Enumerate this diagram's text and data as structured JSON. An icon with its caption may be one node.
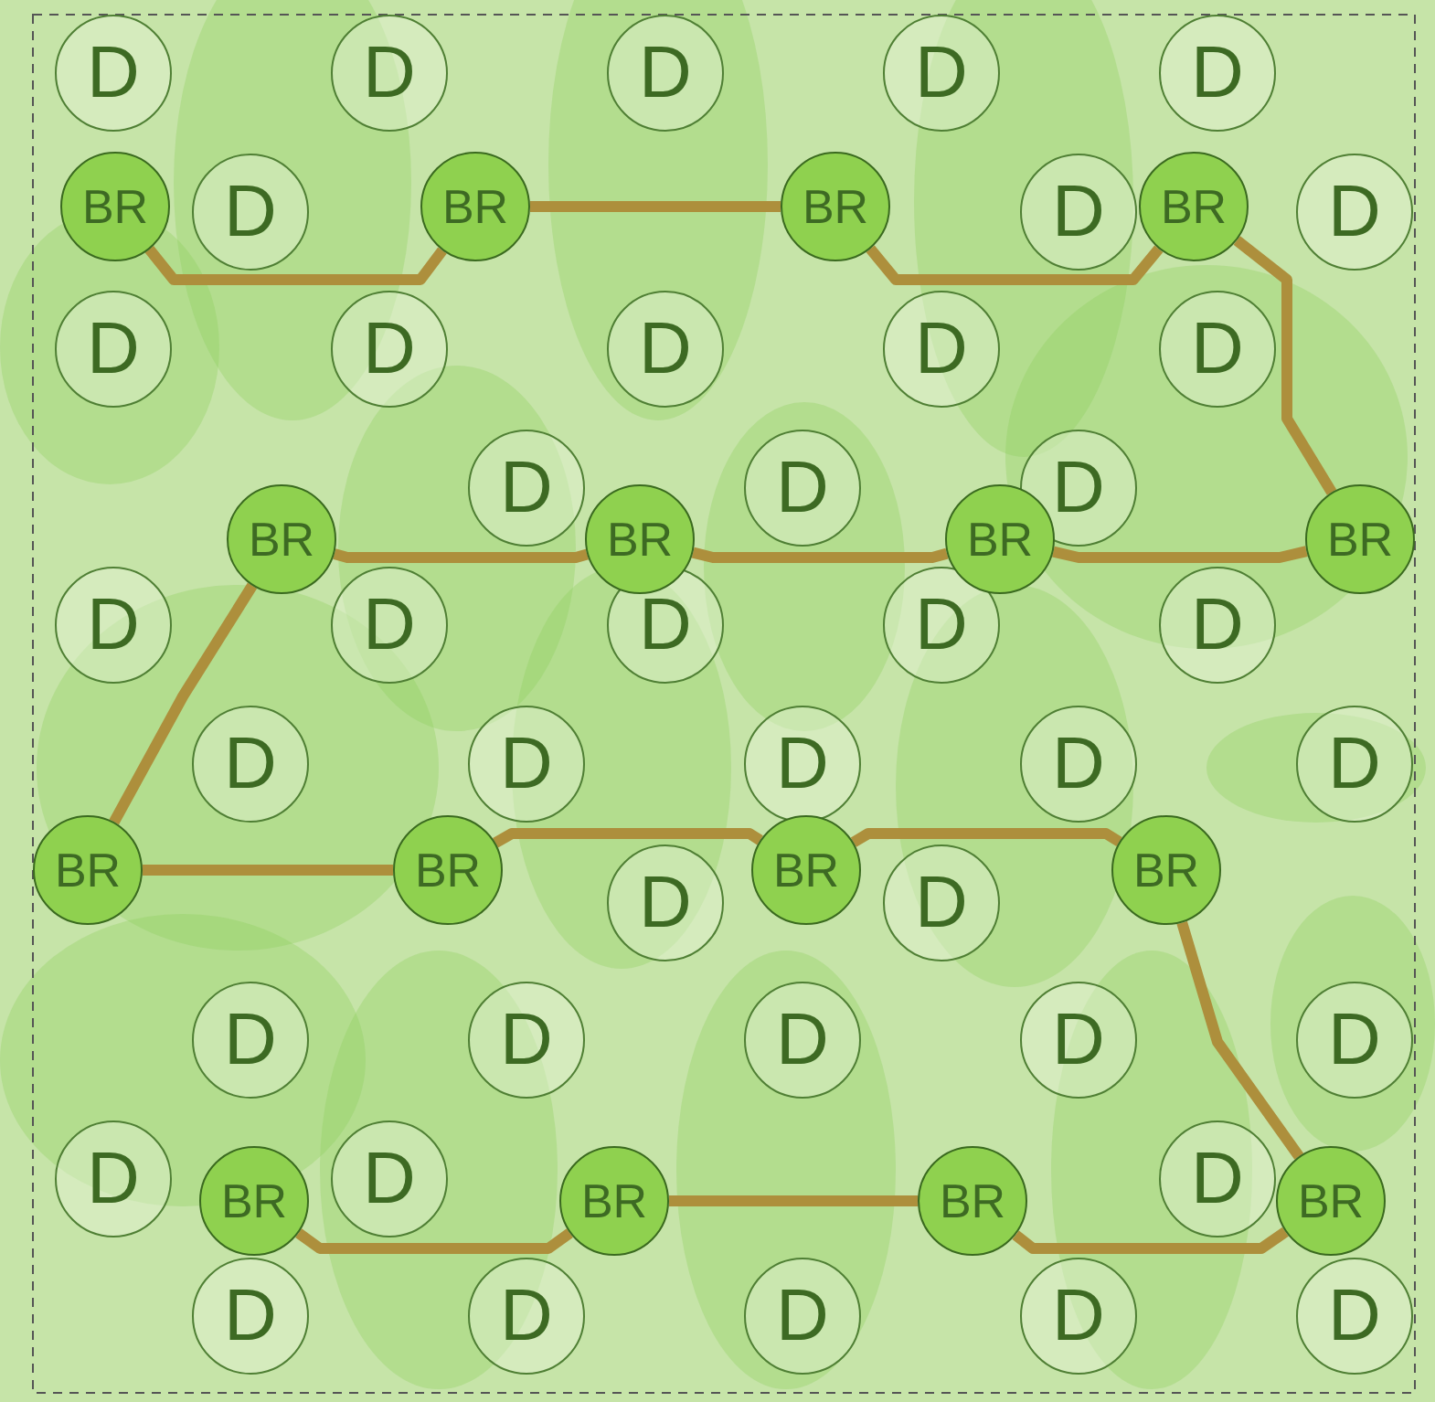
{
  "diagram": {
    "nodes": [
      {
        "text": [
          "D"
        ]
      },
      {
        "text": [
          "D"
        ]
      },
      {
        "text": [
          "D"
        ]
      },
      {
        "text": [
          "D"
        ]
      },
      {
        "text": [
          "D"
        ]
      },
      {
        "text": [
          "D"
        ]
      },
      {
        "text": [
          "D"
        ]
      },
      {
        "text": [
          "D"
        ]
      },
      {
        "text": [
          "D"
        ]
      },
      {
        "text": [
          "D"
        ]
      },
      {
        "text": [
          "D"
        ]
      },
      {
        "text": [
          "D"
        ]
      },
      {
        "text": [
          "D"
        ]
      },
      {
        "text": [
          "D"
        ]
      },
      {
        "text": [
          "D"
        ]
      },
      {
        "text": [
          "D"
        ]
      },
      {
        "text": [
          "D"
        ]
      },
      {
        "text": [
          "D"
        ]
      },
      {
        "text": [
          "D"
        ]
      },
      {
        "text": [
          "D"
        ]
      },
      {
        "text": [
          "D"
        ]
      },
      {
        "text": [
          "D"
        ]
      },
      {
        "text": [
          "D"
        ]
      },
      {
        "text": [
          "D"
        ]
      },
      {
        "text": [
          "D"
        ]
      },
      {
        "text": [
          "D"
        ]
      },
      {
        "text": [
          "D"
        ]
      },
      {
        "text": [
          "D"
        ]
      },
      {
        "text": [
          "D"
        ]
      },
      {
        "text": [
          "D"
        ]
      },
      {
        "text": [
          "D"
        ]
      },
      {
        "text": [
          "D"
        ]
      },
      {
        "text": [
          "D"
        ]
      },
      {
        "text": [
          "D"
        ]
      },
      {
        "text": [
          "D"
        ]
      },
      {
        "text": [
          "D"
        ]
      },
      {
        "text": [
          "D"
        ]
      },
      {
        "text": [
          "D"
        ]
      },
      {
        "text": [
          "D"
        ]
      },
      {
        "text": [
          "D"
        ]
      },
      {
        "text": [
          "D"
        ]
      },
      {
        "text": [
          "BR"
        ]
      },
      {
        "text": [
          "BR"
        ]
      },
      {
        "text": [
          "BR"
        ]
      },
      {
        "text": [
          "BR"
        ]
      },
      {
        "text": [
          "BR"
        ]
      },
      {
        "text": [
          "BR"
        ]
      },
      {
        "text": [
          "BR"
        ]
      },
      {
        "text": [
          "BR"
        ]
      },
      {
        "text": [
          "BR"
        ]
      },
      {
        "text": [
          "BR"
        ]
      },
      {
        "text": [
          "BR"
        ]
      },
      {
        "text": [
          "BR"
        ]
      },
      {
        "text": [
          "BR"
        ]
      },
      {
        "text": [
          "BR"
        ]
      },
      {
        "text": [
          "BR"
        ]
      },
      {
        "text": [
          "BR"
        ]
      }
    ],
    "edges": [
      {
        "from": 41,
        "to": 42,
        "arrow": "none"
      },
      {
        "from": 42,
        "to": 43,
        "arrow": "none"
      },
      {
        "from": 43,
        "to": 44,
        "arrow": "none"
      },
      {
        "from": 44,
        "to": 48,
        "arrow": "none"
      },
      {
        "from": 48,
        "to": 47,
        "arrow": "none"
      },
      {
        "from": 47,
        "to": 46,
        "arrow": "none"
      },
      {
        "from": 46,
        "to": 45,
        "arrow": "none"
      },
      {
        "from": 45,
        "to": 49,
        "arrow": "none"
      },
      {
        "from": 49,
        "to": 50,
        "arrow": "none"
      },
      {
        "from": 50,
        "to": 51,
        "arrow": "none"
      },
      {
        "from": 51,
        "to": 52,
        "arrow": "none"
      },
      {
        "from": 52,
        "to": 56,
        "arrow": "none"
      },
      {
        "from": 56,
        "to": 55,
        "arrow": "none"
      },
      {
        "from": 55,
        "to": 54,
        "arrow": "none"
      },
      {
        "from": 54,
        "to": 53,
        "arrow": "none"
      }
    ]
  }
}
